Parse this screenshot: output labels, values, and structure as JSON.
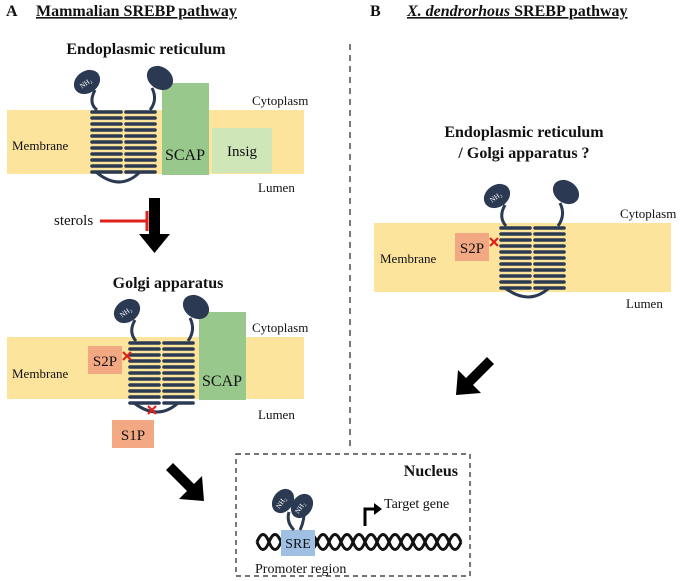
{
  "panel_a": {
    "letter": "A",
    "title": "Mammalian SREBP pathway",
    "er_title": "Endoplasmic reticulum",
    "er_membrane": {
      "membrane_label": "Membrane",
      "cytoplasm_label": "Cytoplasm",
      "lumen_label": "Lumen",
      "nh2": "NH₂",
      "scap_label": "SCAP",
      "insig_label": "Insig"
    },
    "sterols_label": "sterols",
    "golgi_title": "Golgi apparatus",
    "golgi_membrane": {
      "membrane_label": "Membrane",
      "cytoplasm_label": "Cytoplasm",
      "lumen_label": "Lumen",
      "nh2": "NH₂",
      "s2p_label": "S2P",
      "s1p_label": "S1P",
      "scap_label": "SCAP"
    }
  },
  "panel_b": {
    "letter": "B",
    "title_italic": "X. dendrorhous",
    "title_rest": " SREBP pathway",
    "title_line1": "Endoplasmic reticulum",
    "title_line2": "/ Golgi apparatus ?",
    "membrane": {
      "membrane_label": "Membrane",
      "cytoplasm_label": "Cytoplasm",
      "lumen_label": "Lumen",
      "nh2": "NH₂",
      "s2p_label": "S2P"
    }
  },
  "nucleus": {
    "title": "Nucleus",
    "target_gene": "Target gene",
    "sre": "SRE",
    "promoter": "Promoter region",
    "nh2_a": "NH₂",
    "nh2_b": "NH₂"
  },
  "colors": {
    "membrane": "#fde49c",
    "protein": "#2b3a52",
    "scap": "#98c88b",
    "insig": "#cfe6b8",
    "protease": "#f2a883",
    "sre": "#9fbfe3",
    "cleavage_mark": "#e0201b",
    "inhibition": "#e0201b",
    "arrow": "#000000"
  },
  "icons": [
    "cleavage-x-icon",
    "inhibition-bar-icon",
    "down-arrow-icon",
    "diagonal-arrow-icon",
    "transcription-start-arrow-icon",
    "dna-helix-icon"
  ]
}
